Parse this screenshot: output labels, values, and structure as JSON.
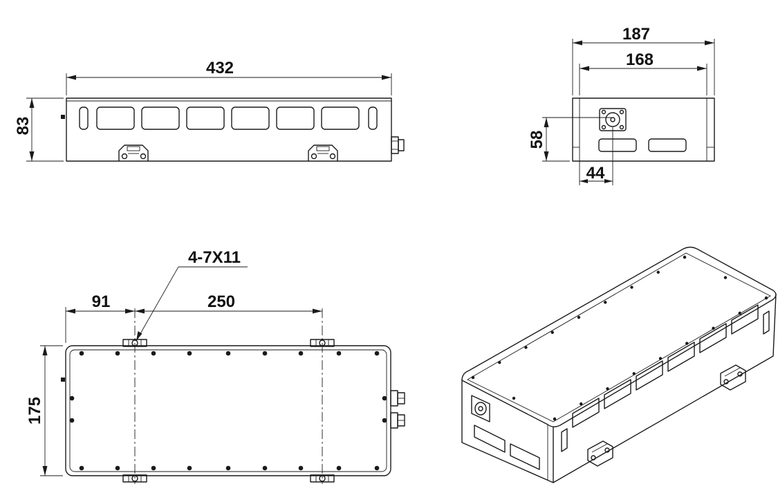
{
  "dimensions": {
    "front_length": "432",
    "front_height": "83",
    "side_overall_width": "187",
    "side_body_width": "168",
    "connector_height": "58",
    "connector_offset": "44",
    "hole_spec": "4-7X11",
    "hole_offset": "91",
    "hole_spacing": "250",
    "top_width": "175"
  }
}
